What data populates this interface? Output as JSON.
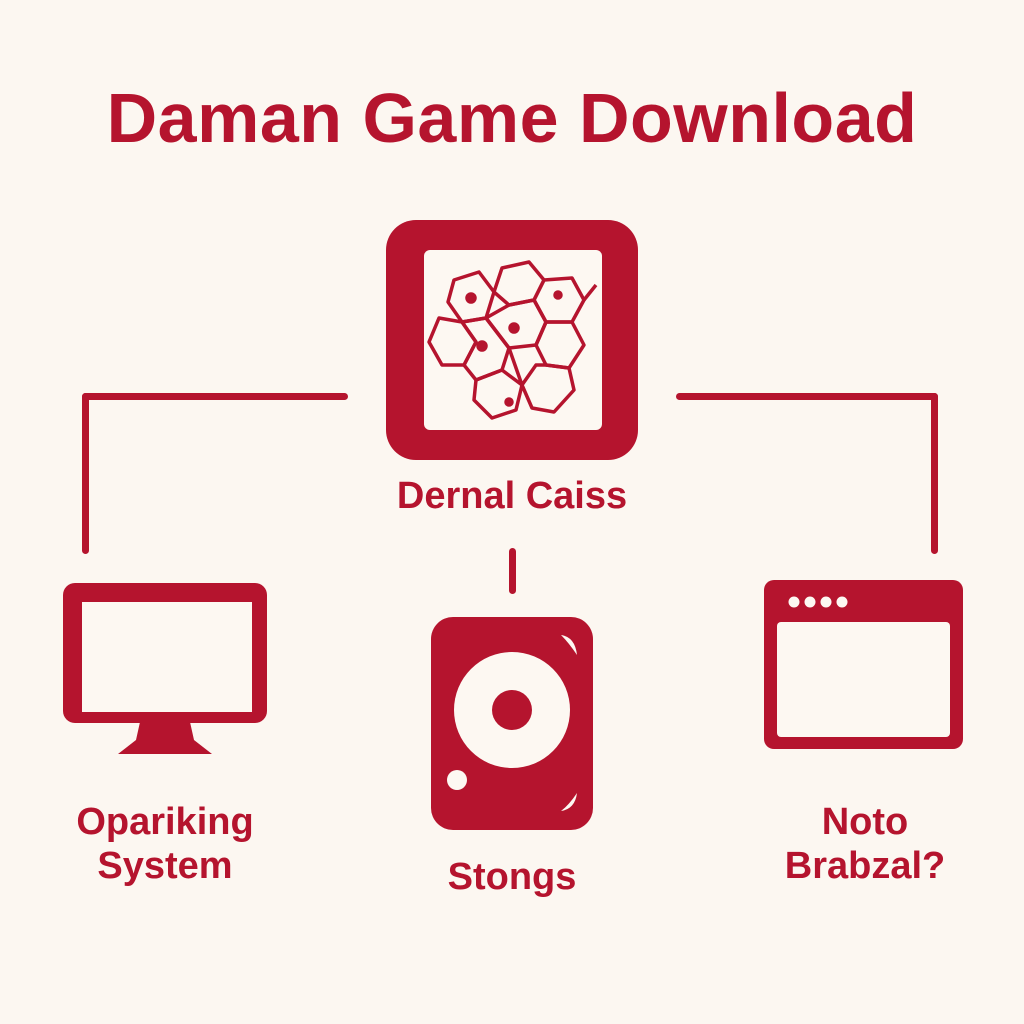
{
  "title": "Daman Game Download",
  "colors": {
    "accent": "#b5142e",
    "background": "#fcf7f1"
  },
  "center_node": {
    "icon": "hexagon-cells-icon",
    "label": "Dernal Caiss"
  },
  "child_nodes": [
    {
      "icon": "monitor-icon",
      "label_line1": "Opariking",
      "label_line2": "System"
    },
    {
      "icon": "hard-disk-icon",
      "label_line1": "Stongs"
    },
    {
      "icon": "browser-window-icon",
      "label_line1": "Noto",
      "label_line2": "Brabzal?"
    }
  ]
}
